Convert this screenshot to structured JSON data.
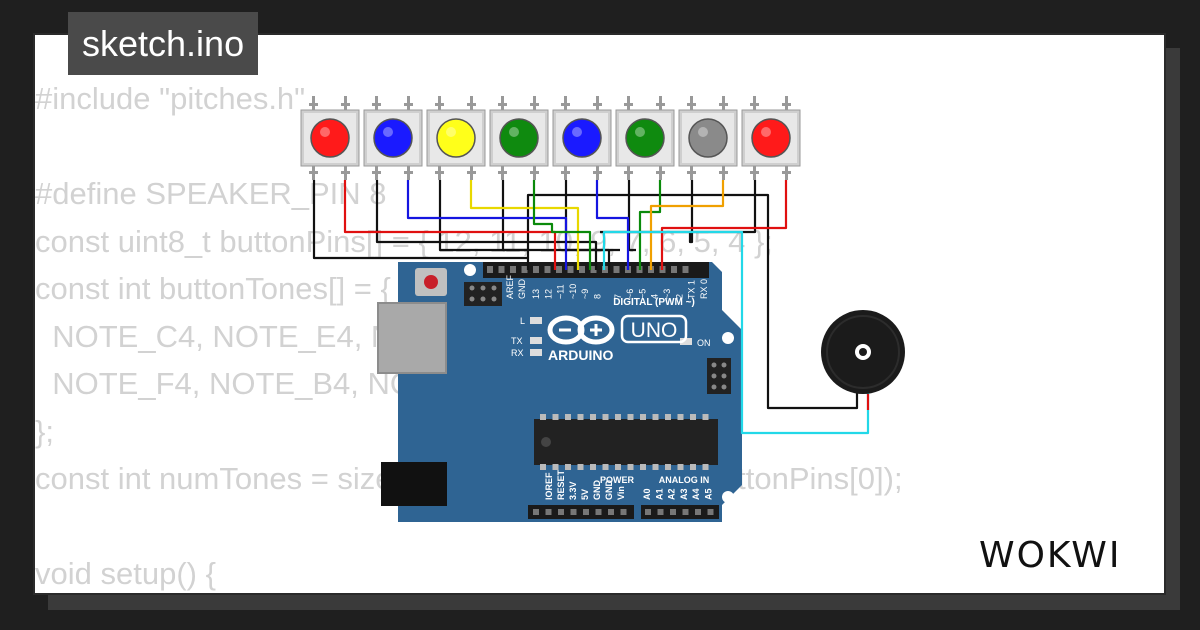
{
  "title": "sketch.ino",
  "code_lines": [
    "#include \"pitches.h\"",
    "",
    "#define SPEAKER_PIN 8",
    "const uint8_t buttonPins[] = { 12, 11, 10, 9, 7, 6, 5, 4 };",
    "const int buttonTones[] = {",
    "  NOTE_C4, NOTE_E4, NOTE_G4, NOTE_C5,",
    "  NOTE_F4, NOTE_B4, NOTE_D5, NOTE_A4",
    "};",
    "const int numTones = sizeof(buttonPins) / sizeof(buttonPins[0]);",
    "",
    "void setup() {"
  ],
  "buttons": [
    {
      "color": "#ff1a1a"
    },
    {
      "color": "#1a1aff"
    },
    {
      "color": "#ffff1a"
    },
    {
      "color": "#0f8a0f"
    },
    {
      "color": "#1a1aff"
    },
    {
      "color": "#0f8a0f"
    },
    {
      "color": "#8a8a8a"
    },
    {
      "color": "#ff1a1a"
    }
  ],
  "board": {
    "brand": "ARDUINO",
    "model": "UNO",
    "digital_label": "DIGITAL (PWM ~)",
    "power_label": "POWER",
    "analog_label": "ANALOG IN",
    "on_label": "ON",
    "l_label": "L",
    "tx_label": "TX",
    "rx_label": "RX",
    "top_pins": [
      "AREF",
      "GND",
      "13",
      "12",
      "~11",
      "~10",
      "~9",
      "8",
      "7",
      "~6",
      "~5",
      "4",
      "~3",
      "2",
      "TX 1",
      "RX 0"
    ],
    "power_pins": [
      "IOREF",
      "RESET",
      "3.3V",
      "5V",
      "GND",
      "GND",
      "Vin"
    ],
    "analog_pins": [
      "A0",
      "A1",
      "A2",
      "A3",
      "A4",
      "A5"
    ]
  },
  "wire_colors": {
    "black": "#111111",
    "red": "#e01010",
    "blue": "#1515e0",
    "yellow": "#e8d800",
    "green": "#0a8a0a",
    "orange": "#f0a000",
    "cyan": "#22d8e8"
  },
  "logo_text": "WOKWI"
}
